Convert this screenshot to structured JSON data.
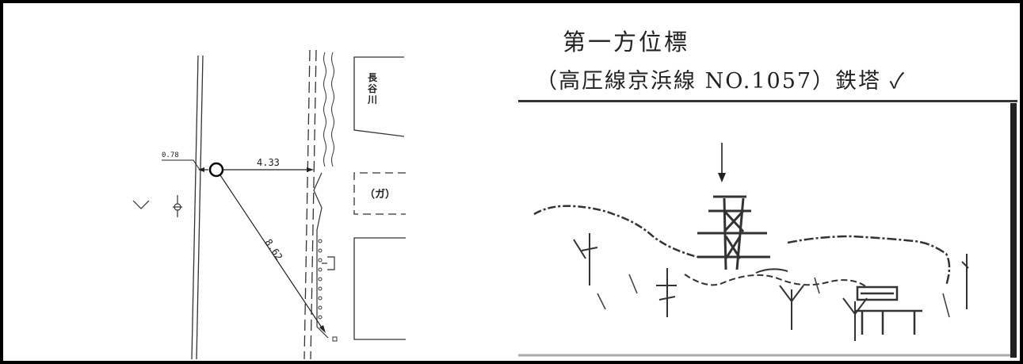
{
  "survey_map": {
    "measurements": {
      "offset": "0.78",
      "horizontal": "4.33",
      "diagonal": "8.62"
    },
    "river_label": "長谷川",
    "gas_label": "（ガ）"
  },
  "reference_sketch": {
    "title": "第一方位標",
    "subtitle": "（高圧線京浜線 NO.1057）鉄塔 ✓"
  }
}
